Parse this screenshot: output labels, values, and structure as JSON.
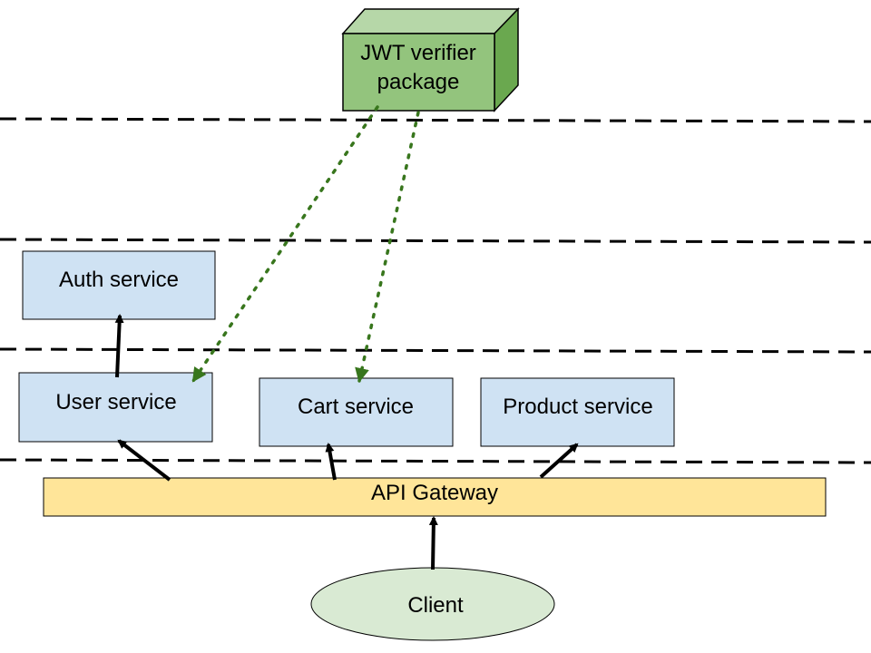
{
  "colors": {
    "package_front": "#93c47d",
    "package_top": "#b6d7a8",
    "package_side": "#6aa84f",
    "service_fill": "#cfe2f3",
    "gateway_fill": "#ffe599",
    "client_fill": "#d9ead3",
    "dependency_arrow": "#38761d",
    "stroke": "#000000"
  },
  "package": {
    "line1": "JWT verifier",
    "line2": "package"
  },
  "services": {
    "auth": "Auth service",
    "user": "User service",
    "cart": "Cart service",
    "product": "Product service"
  },
  "gateway": "API Gateway",
  "client": "Client"
}
